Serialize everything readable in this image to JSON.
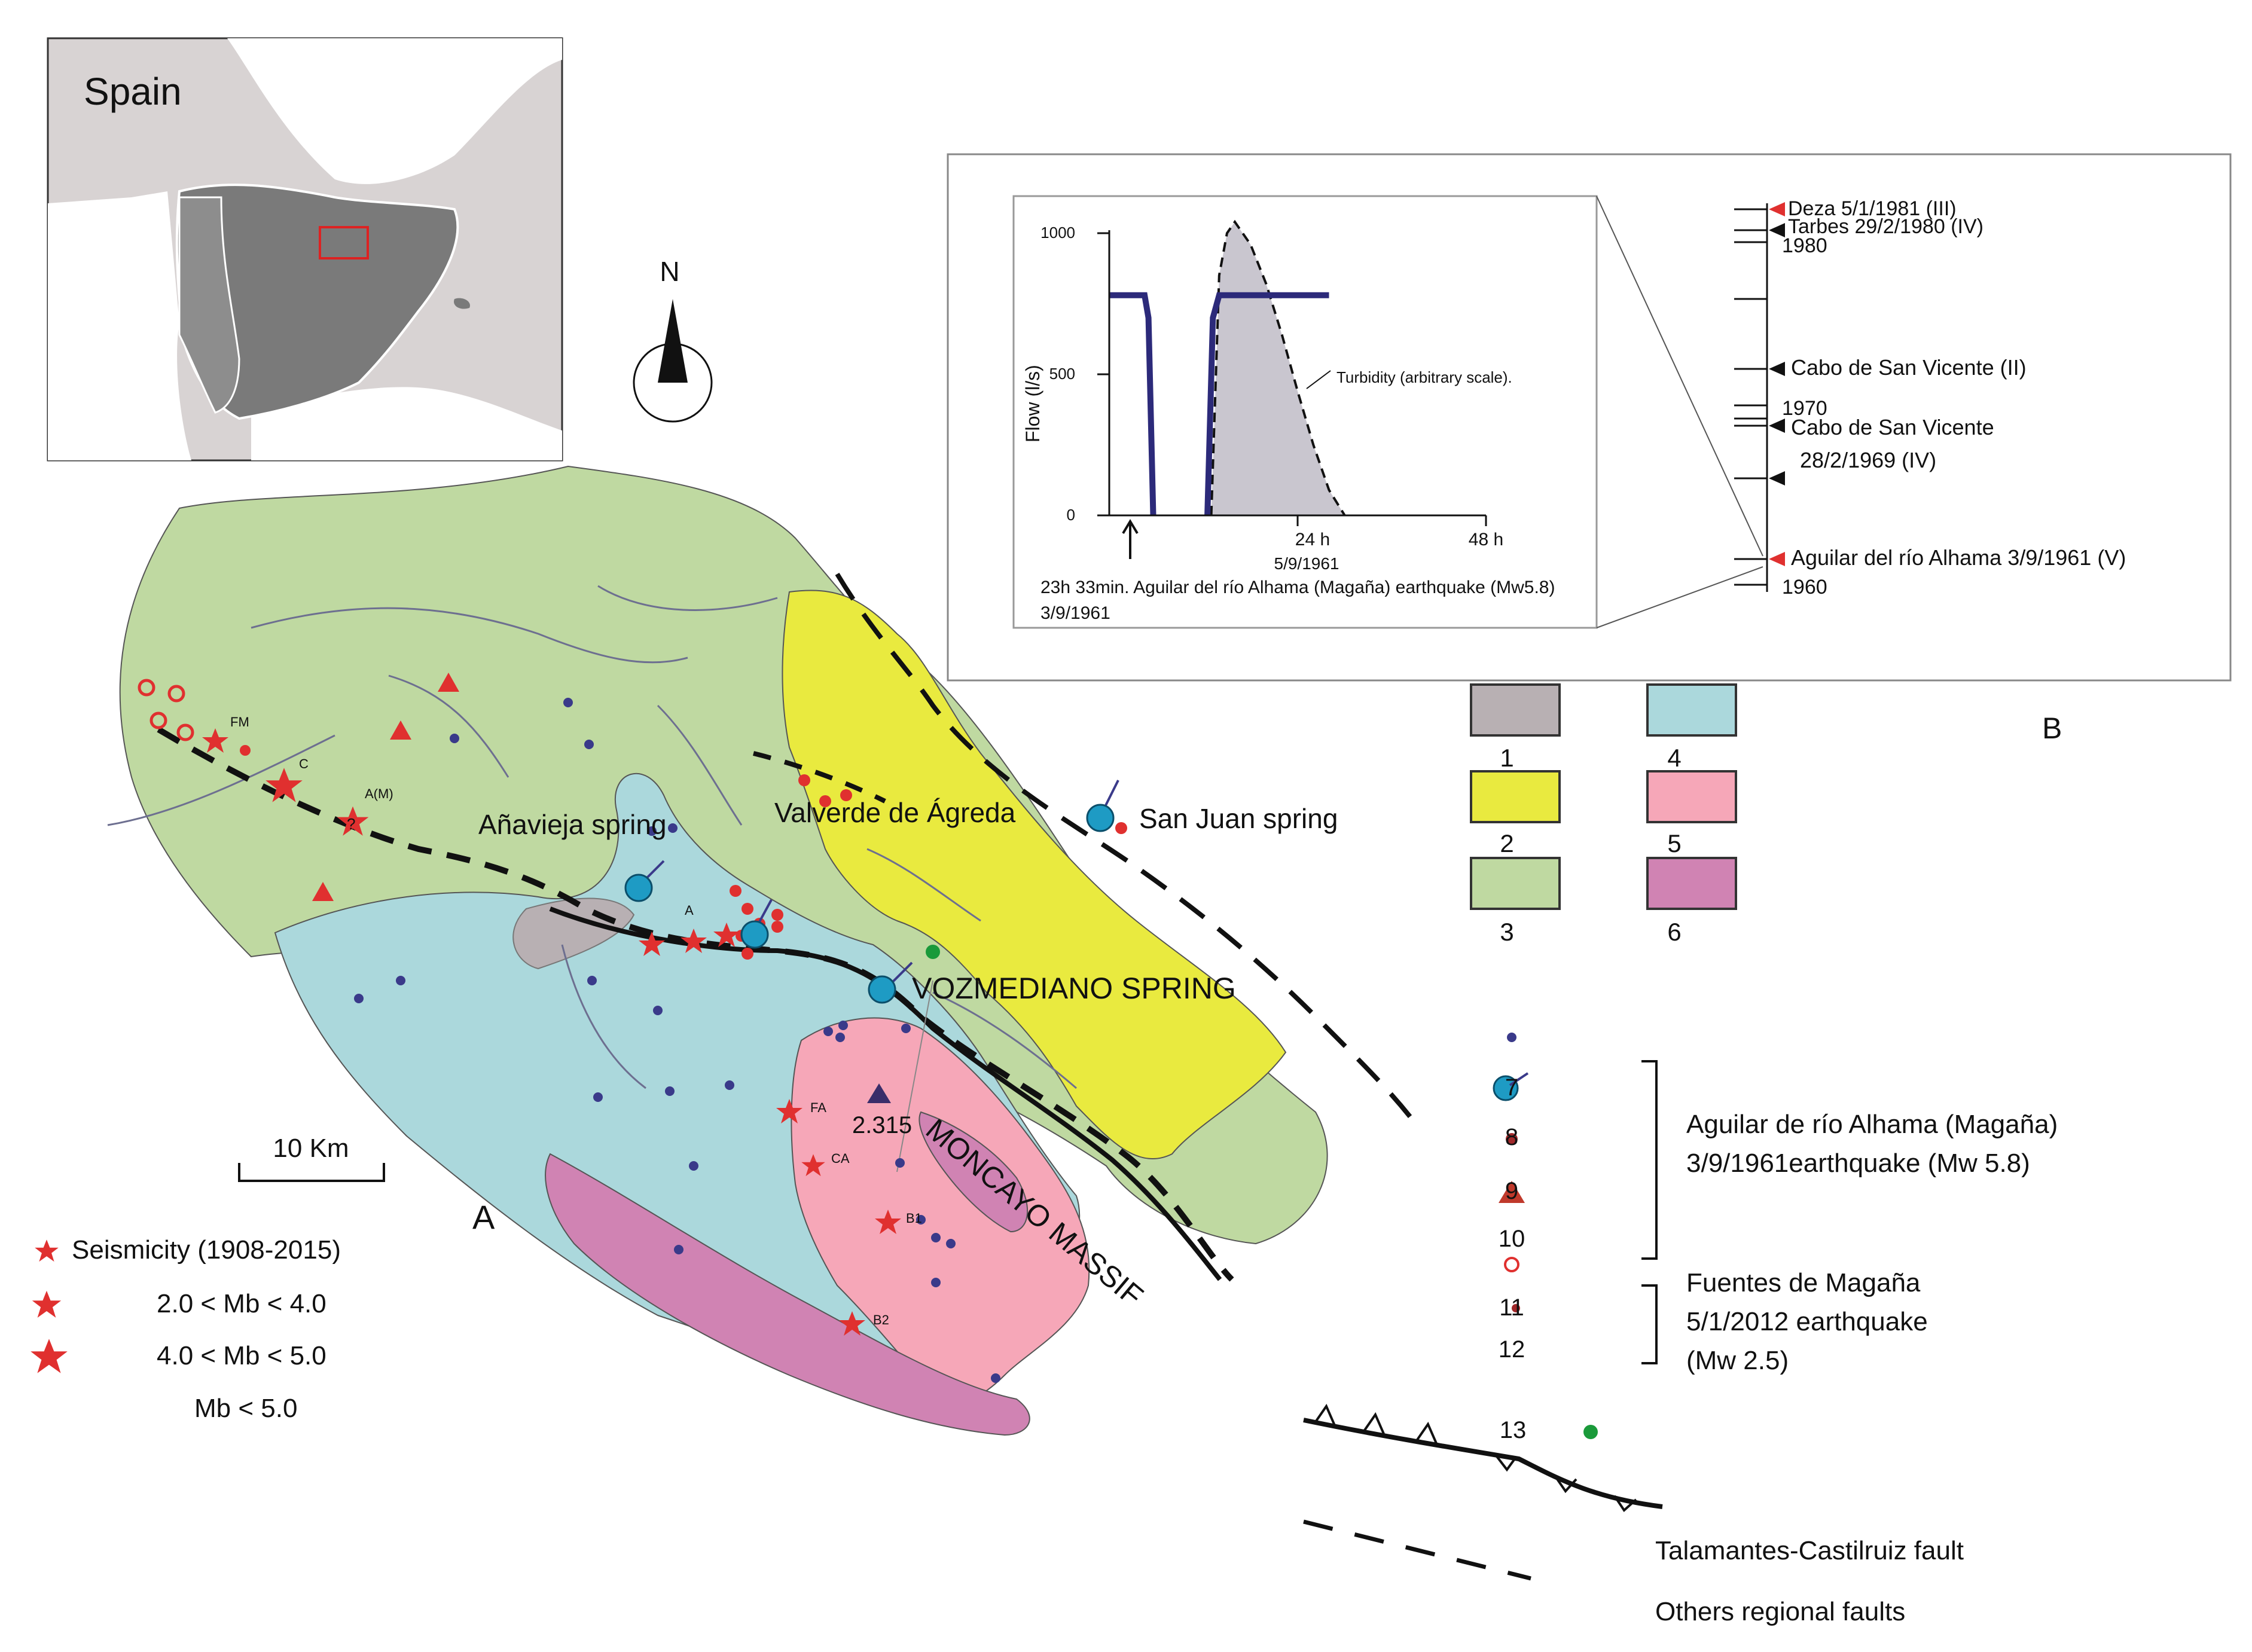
{
  "inset": {
    "country_label": "Spain"
  },
  "north_arrow": {
    "label": "N"
  },
  "scale_bar": {
    "label": "10 Km"
  },
  "panel_labels": {
    "a": "A",
    "b": "B"
  },
  "map_labels": {
    "anavieja": "Añavieja spring",
    "valverde": "Valverde de Ágreda",
    "san_juan": "San Juan spring",
    "vozmediano": "VOZMEDIANO SPRING",
    "moncayo": "MONCAYO MASSIF",
    "peak_value": "2.315",
    "fm": "FM",
    "c": "C",
    "am": "A(M)",
    "q": "?",
    "a": "A",
    "fa": "FA",
    "ca": "CA",
    "b1": "B1",
    "b2": "B2"
  },
  "seismicity_legend": {
    "title": "Seismicity (1908-2015)",
    "row1": "2.0 < Mb < 4.0",
    "row2": "4.0 < Mb < 5.0",
    "row3": "Mb < 5.0"
  },
  "lithology_legend": [
    "1",
    "2",
    "3",
    "4",
    "5",
    "6"
  ],
  "symbol_legend": {
    "n7": "7",
    "n8": "8",
    "n9": "9",
    "n10": "10",
    "n11": "11",
    "n12": "12",
    "n13": "13",
    "event1": "Aguilar de río Alhama (Magaña)",
    "event1_date": "3/9/1961earthquake (Mw 5.8)",
    "event2": "Fuentes de Magaña",
    "event2_date": "5/1/2012 earthquake",
    "event2_mag": "(Mw 2.5)",
    "fault1": "Talamantes-Castilruiz fault",
    "fault2": "Others regional faults"
  },
  "colors": {
    "unit1": "#b8b0b3",
    "unit2": "#e9ea3f",
    "unit3": "#bfd9a1",
    "unit4": "#abd8dc",
    "unit5": "#f6a7b8",
    "unit6": "#d083b3",
    "star": "#e0302f",
    "spring": "#1e9bc4",
    "dot_blue": "#3a3a8a",
    "green_dot": "#1a9a3a"
  },
  "timeline": {
    "ticks": [
      "1980",
      "1970",
      "1960"
    ],
    "events": [
      {
        "label": "Deza 5/1/1981 (III)",
        "color": "red"
      },
      {
        "label": "Tarbes 29/2/1980 (IV)",
        "color": "black"
      },
      {
        "label": "Cabo de San Vicente (II)",
        "color": "black"
      },
      {
        "label": "Cabo de San Vicente",
        "color": "black"
      },
      {
        "label": "28/2/1969 (IV)",
        "color": "none"
      },
      {
        "label": "Aguilar del río Alhama 3/9/1961 (V)",
        "color": "red"
      }
    ]
  },
  "chart_data": {
    "type": "line",
    "ylabel": "Flow (l/s)",
    "xlabel": "",
    "ylim": [
      0,
      1000
    ],
    "xlim": [
      0,
      48
    ],
    "y_ticks": [
      "1000",
      "500",
      "0"
    ],
    "x_ticks": [
      "24 h",
      "48 h"
    ],
    "x_sub_label": "5/9/1961",
    "annotation": "Turbidity (arbitrary scale).",
    "caption_line1": "23h 33min. Aguilar del río Alhama (Magaña) earthquake (Mw5.8)",
    "caption_line2": "3/9/1961",
    "series": [
      {
        "values_x": [
          0,
          4.5,
          5,
          5.6
        ],
        "values_y": [
          780,
          780,
          700,
          0
        ]
      },
      {
        "values_x": [
          12.5,
          13.2,
          14,
          28
        ],
        "values_y": [
          0,
          700,
          780,
          780
        ]
      }
    ],
    "turbidity_x": [
      13,
      14,
      15,
      16,
      18,
      20,
      22,
      24,
      26,
      28,
      30
    ],
    "turbidity_y": [
      0,
      850,
      1000,
      1040,
      960,
      820,
      640,
      440,
      250,
      90,
      0
    ]
  }
}
